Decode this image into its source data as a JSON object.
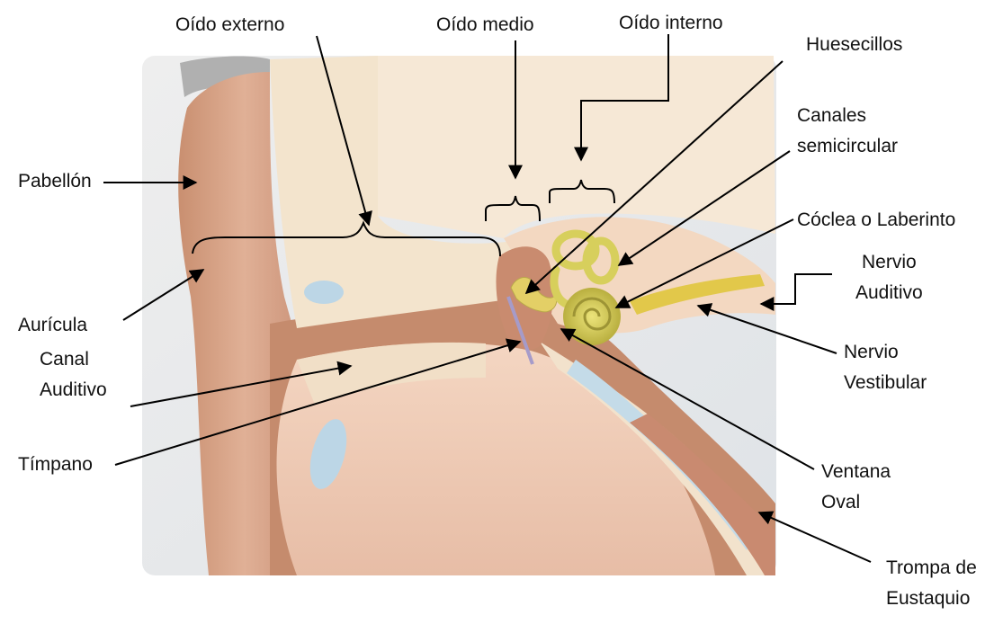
{
  "labels": {
    "oido_externo": "Oído externo",
    "oido_medio": "Oído medio",
    "oido_interno": "Oído interno",
    "huesecillos": "Huesecillos",
    "canales_1": "Canales",
    "canales_2": "semicircular",
    "coclea": "Cóclea o Laberinto",
    "pabellon": "Pabellón",
    "nervio_auditivo_1": "Nervio",
    "nervio_auditivo_2": "Auditivo",
    "auricula": "Aurícula",
    "canal_1": "Canal",
    "canal_2": "Auditivo",
    "nervio_vestibular_1": "Nervio",
    "nervio_vestibular_2": "Vestibular",
    "timpano": "Tímpano",
    "ventana_1": "Ventana",
    "ventana_2": "Oval",
    "trompa_1": "Trompa de",
    "trompa_2": "Eustaquio"
  },
  "colors": {
    "skin": "#d9a98e",
    "skin_dark": "#b98367",
    "tissue": "#f5d9c4",
    "cartilage": "#f2e3cc",
    "bone_light": "#f7ead8",
    "fluid_blue": "#bcd6e6",
    "cochlea_yellow": "#d7cf5c",
    "nerve_yellow": "#e2c84a",
    "background_gray": "#e9ecef",
    "hair": "#9a9a9a"
  }
}
